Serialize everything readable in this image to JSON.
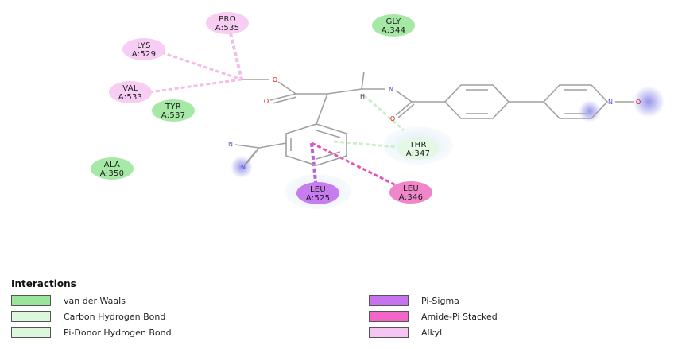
{
  "residues": [
    {
      "id": "pro535",
      "name": "PRO",
      "label": "A:535",
      "type": "alkyl"
    },
    {
      "id": "gly344",
      "name": "GLY",
      "label": "A:344",
      "type": "vdw"
    },
    {
      "id": "lys529",
      "name": "LYS",
      "label": "A:529",
      "type": "alkyl"
    },
    {
      "id": "val533",
      "name": "VAL",
      "label": "A:533",
      "type": "alkyl"
    },
    {
      "id": "tyr537",
      "name": "TYR",
      "label": "A:537",
      "type": "vdw"
    },
    {
      "id": "ala350",
      "name": "ALA",
      "label": "A:350",
      "type": "vdw"
    },
    {
      "id": "thr347",
      "name": "THR",
      "label": "A:347",
      "type": "hbond"
    },
    {
      "id": "leu525",
      "name": "LEU",
      "label": "A:525",
      "type": "pisigma"
    },
    {
      "id": "leu346",
      "name": "LEU",
      "label": "A:346",
      "type": "amidepi"
    }
  ],
  "atoms": {
    "o1": "O",
    "o2": "O",
    "n1": "N",
    "h1": "H",
    "o3": "O",
    "n2": "N",
    "o4": "O",
    "n3": "N",
    "n4": "N"
  },
  "legend": {
    "title": "Interactions",
    "items": [
      {
        "label": "van der Waals",
        "color": "#99e699"
      },
      {
        "label": "Carbon Hydrogen Bond",
        "color": "#ddf7dd"
      },
      {
        "label": "Pi-Donor Hydrogen Bond",
        "color": "#ddf7dd"
      },
      {
        "label": "Pi-Sigma",
        "color": "#c773f0"
      },
      {
        "label": "Amide-Pi Stacked",
        "color": "#f266c7"
      },
      {
        "label": "Alkyl",
        "color": "#f6c6f2"
      }
    ]
  },
  "colors": {
    "vdw": "#a6e9a6",
    "hbond": "#e5f8e5",
    "pisigma": "#c77df0",
    "amidepi": "#ef86c9",
    "alkyl": "#f7cdf3",
    "bond": "#a0a0a0",
    "oxygen": "#e00000",
    "nitrogen": "#5050d0"
  }
}
